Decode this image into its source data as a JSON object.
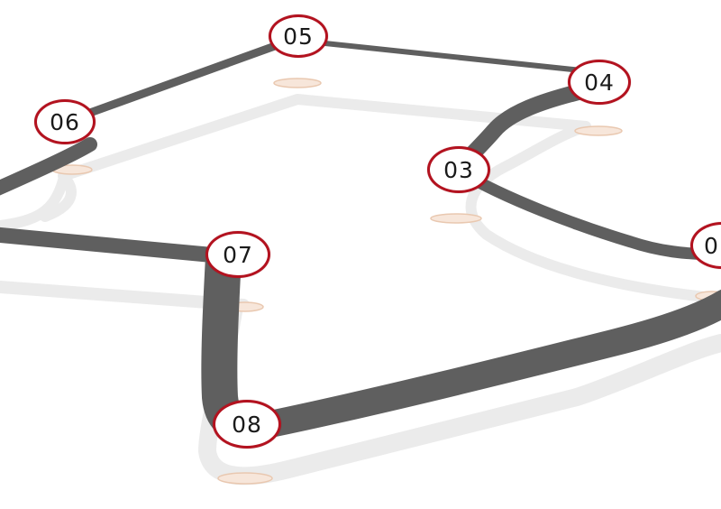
{
  "diagram": {
    "type": "race-circuit-map",
    "colors": {
      "track": "#5f5f5f",
      "track_shadow": "#e8e8e8",
      "marker_border": "#b3121f",
      "marker_fill": "#ffffff",
      "marker_text": "#1a1a1a",
      "marker_shadow": "#f0d6c4"
    },
    "turns": [
      {
        "id": "turn-03",
        "label": "03"
      },
      {
        "id": "turn-04",
        "label": "04"
      },
      {
        "id": "turn-05",
        "label": "05"
      },
      {
        "id": "turn-06",
        "label": "06"
      },
      {
        "id": "turn-07",
        "label": "07"
      },
      {
        "id": "turn-08",
        "label": "08"
      },
      {
        "id": "turn-02",
        "label": "0"
      }
    ]
  }
}
